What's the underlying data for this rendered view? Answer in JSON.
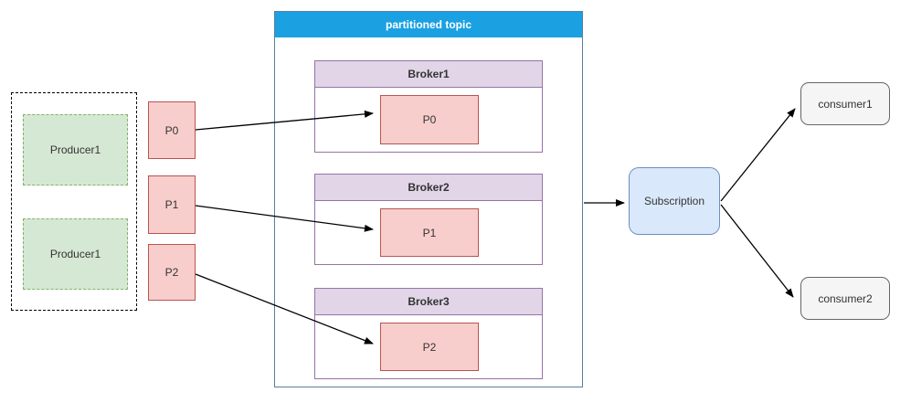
{
  "colors": {
    "topic_header": "#1ba1e2",
    "topic_border": "#55809f",
    "partition_fill": "#f8cecc",
    "partition_border": "#b85450",
    "producer_fill": "#d5e8d4",
    "producer_border": "#82b366",
    "broker_header_fill": "#e1d5e7",
    "broker_border": "#9673a6",
    "subscription_fill": "#dae8fc",
    "subscription_border": "#6c8ebf",
    "consumer_fill": "#f5f5f5",
    "consumer_border": "#666666",
    "arrow": "#000000"
  },
  "producers": [
    {
      "label": "Producer1"
    },
    {
      "label": "Producer1"
    }
  ],
  "partitions_left": [
    {
      "label": "P0"
    },
    {
      "label": "P1"
    },
    {
      "label": "P2"
    }
  ],
  "topic": {
    "title": "partitioned topic",
    "brokers": [
      {
        "label": "Broker1",
        "partition": "P0"
      },
      {
        "label": "Broker2",
        "partition": "P1"
      },
      {
        "label": "Broker3",
        "partition": "P2"
      }
    ]
  },
  "subscription": {
    "label": "Subscription"
  },
  "consumers": [
    {
      "label": "consumer1"
    },
    {
      "label": "consumer2"
    }
  ]
}
